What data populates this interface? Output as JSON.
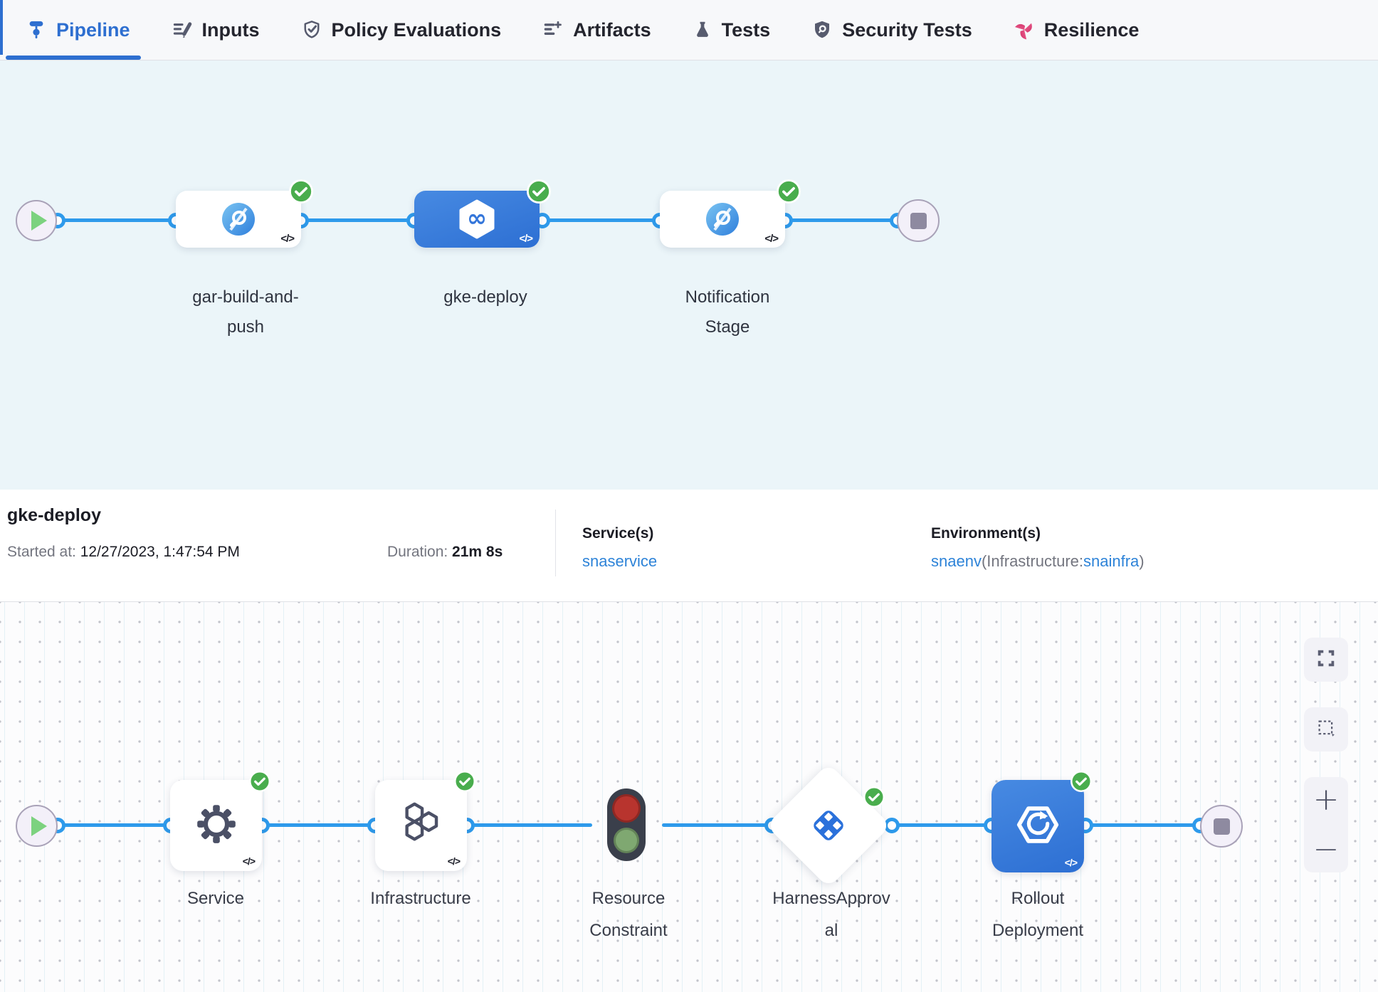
{
  "colors": {
    "accent_blue": "#2e6fd0",
    "selected_stage_blue": "#3b7ddd",
    "connector_blue": "#2e9aeb",
    "success_green": "#49ad4d",
    "link_blue": "#2d83d8",
    "resilience_pink": "#e0437a"
  },
  "glyphs": {
    "code": "</>"
  },
  "tabs": {
    "items": [
      {
        "label": "Pipeline",
        "icon": "pipeline-icon",
        "active": true
      },
      {
        "label": "Inputs",
        "icon": "inputs-icon",
        "active": false
      },
      {
        "label": "Policy Evaluations",
        "icon": "policy-shield-icon",
        "active": false
      },
      {
        "label": "Artifacts",
        "icon": "artifacts-list-icon",
        "active": false
      },
      {
        "label": "Tests",
        "icon": "flask-icon",
        "active": false
      },
      {
        "label": "Security Tests",
        "icon": "security-shield-icon",
        "active": false
      },
      {
        "label": "Resilience",
        "icon": "resilience-chaos-icon",
        "active": false
      }
    ]
  },
  "stage_graph": {
    "stages": [
      {
        "name": "gar-build-and-push",
        "lines": [
          "gar-build-and-",
          "push"
        ],
        "icon": "ci-build-icon",
        "status": "success"
      },
      {
        "name": "gke-deploy",
        "lines": [
          "gke-deploy"
        ],
        "icon": "cd-hexagon-infinity-icon",
        "status": "success",
        "selected": true
      },
      {
        "name": "Notification Stage",
        "lines": [
          "Notification",
          "Stage"
        ],
        "icon": "custom-stage-icon",
        "status": "success"
      }
    ],
    "infinity_glyph": "∞"
  },
  "details": {
    "title": "gke-deploy",
    "started_label": "Started at:",
    "started_value": " 12/27/2023, 1:47:54 PM",
    "duration_label": "Duration:",
    "duration_value": " 21m 8s",
    "services_label": "Service(s)",
    "service_link": "snaservice",
    "environments_label": "Environment(s)",
    "env_link": "snaenv",
    "env_paren_open": "(Infrastructure:",
    "env_infra_link": "snainfra",
    "env_paren_close": ")"
  },
  "execution_graph": {
    "steps": [
      {
        "name": "Service",
        "lines": [
          "Service"
        ],
        "icon": "gear-icon",
        "status": "success"
      },
      {
        "name": "Infrastructure",
        "lines": [
          "Infrastructure"
        ],
        "icon": "hexagons-icon",
        "status": "success"
      },
      {
        "name": "Resource Constraint",
        "lines": [
          "Resource",
          "Constraint"
        ],
        "icon": "traffic-light-icon",
        "status": "none"
      },
      {
        "name": "HarnessApproval",
        "lines": [
          "HarnessApprov",
          "al"
        ],
        "icon": "approval-diamond-icon",
        "status": "success"
      },
      {
        "name": "Rollout Deployment",
        "lines": [
          "Rollout",
          "Deployment"
        ],
        "icon": "rollout-deployment-icon",
        "status": "success"
      }
    ],
    "controls": {
      "zoom_in": "+",
      "zoom_out": "−"
    }
  }
}
